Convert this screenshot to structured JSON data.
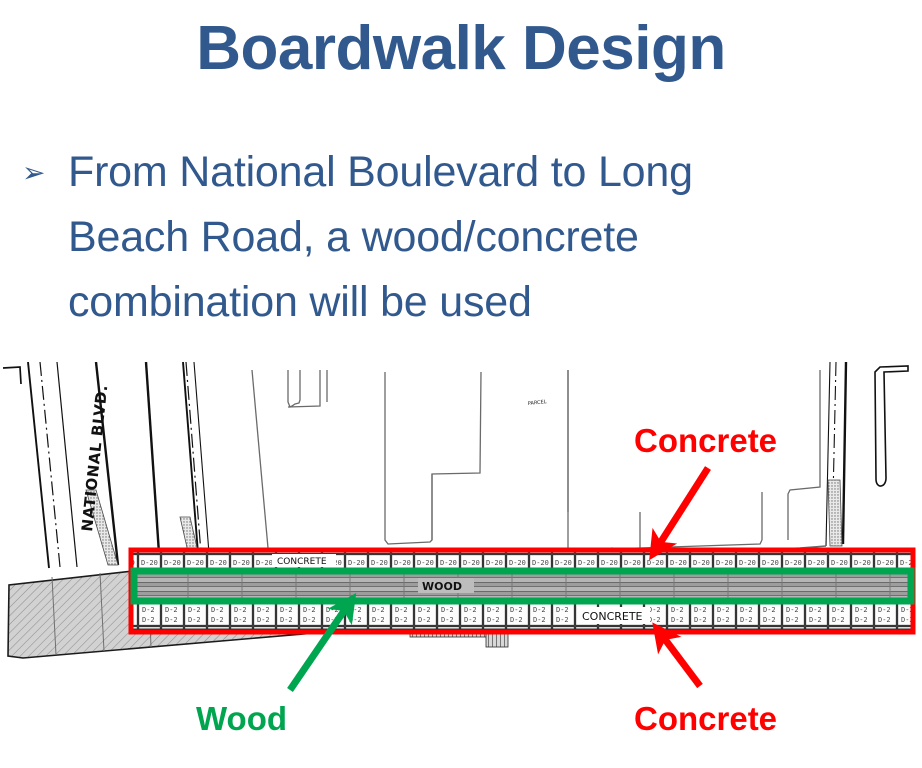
{
  "slide": {
    "title": "Boardwalk Design",
    "title_color": "#31598E",
    "background": "#FFFFFF",
    "bullets": [
      {
        "marker": "➢",
        "text": "From National Boulevard to Long Beach Road, a wood/concrete combination will be used"
      }
    ]
  },
  "figure": {
    "name": "boardwalk-plan-drawing",
    "map_labels": {
      "street": "NATIONAL BLVD.",
      "wood_strip": "WOOD",
      "concrete_strip_top": "CONCRETE",
      "concrete_strip_bottom": "CONCRETE"
    },
    "callouts": [
      {
        "id": "concrete-top",
        "text": "Concrete",
        "color": "#FF0000",
        "arrow": "down-left"
      },
      {
        "id": "wood",
        "text": "Wood",
        "color": "#00A550",
        "arrow": "up-right"
      },
      {
        "id": "concrete-bottom",
        "text": "Concrete",
        "color": "#FF0000",
        "arrow": "up-left"
      }
    ],
    "highlight_boxes": [
      {
        "id": "concrete-box",
        "color": "#FF0000",
        "stroke": 5
      },
      {
        "id": "wood-box",
        "color": "#00A550",
        "stroke": 7
      }
    ]
  }
}
